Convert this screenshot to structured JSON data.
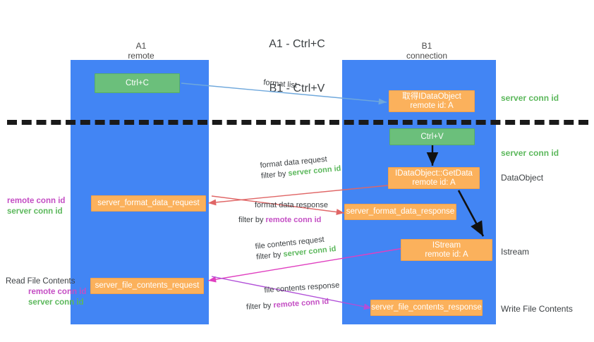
{
  "title": {
    "line1": "A1 - Ctrl+C",
    "line2": "B1 - Ctrl+V"
  },
  "columns": [
    {
      "name": "A1",
      "sub": "remote"
    },
    {
      "name": "B1",
      "sub": "connection"
    }
  ],
  "nodes": {
    "ctrl_c": {
      "label": "Ctrl+C",
      "color": "#6bbf7b"
    },
    "ctrl_v": {
      "label": "Ctrl+V",
      "color": "#6bbf7b"
    },
    "get_idataobject": {
      "line1": "取得IDataObject",
      "line2": "remote id: A",
      "color": "#fbb15c"
    },
    "idataobject_getdata": {
      "line1": "IDataObject::GetData",
      "line2": "remote id: A",
      "color": "#fbb15c"
    },
    "istream": {
      "line1": "IStream",
      "line2": "remote id: A",
      "color": "#fbb15c"
    },
    "server_format_data_request": {
      "label": "server_format_data_request",
      "color": "#fbb15c"
    },
    "server_format_data_response": {
      "label": "server_format_data_response",
      "color": "#fbb15c"
    },
    "server_file_contents_request": {
      "label": "server_file_contents_request",
      "color": "#fbb15c"
    },
    "server_file_contents_response": {
      "label": "server_file_contents_response",
      "color": "#fbb15c"
    }
  },
  "edges": {
    "format_list": {
      "label": "format list",
      "color": "#6fa8dc"
    },
    "format_data_request": {
      "line1": "format data request",
      "prefix": "filter by ",
      "tag": "server conn id",
      "tag_color": "#5cb85c",
      "color": "#e06666"
    },
    "format_data_response": {
      "line1": "format data response",
      "prefix": "filter by ",
      "tag": "remote conn id",
      "tag_color": "#c44ec4",
      "color": "#e06666"
    },
    "file_contents_request": {
      "line1": "file contents request",
      "prefix": "filter by ",
      "tag": "server conn id",
      "tag_color": "#5cb85c",
      "color": "#e040c0"
    },
    "file_contents_response": {
      "line1": "file contents response",
      "prefix": "filter by ",
      "tag": "remote conn id",
      "tag_color": "#c44ec4",
      "color": "#b14fd8"
    }
  },
  "right_notes": {
    "server_conn_id_top": "server conn id",
    "server_conn_id_second": "server conn id",
    "dataobject": "DataObject",
    "istream": "Istream",
    "write_file_contents": "Write File Contents"
  },
  "left_notes": {
    "middle": {
      "remote": "remote conn id",
      "server": "server conn id"
    },
    "bottom": {
      "heading": "Read File Contents",
      "remote": "remote conn id",
      "server": "server conn id"
    }
  },
  "colors": {
    "lane": "#4285f4",
    "green_node": "#6bbf7b",
    "orange_node": "#fbb15c",
    "divider": "#1a1a1a",
    "green_text": "#5cb85c",
    "purple_text": "#c44ec4"
  }
}
